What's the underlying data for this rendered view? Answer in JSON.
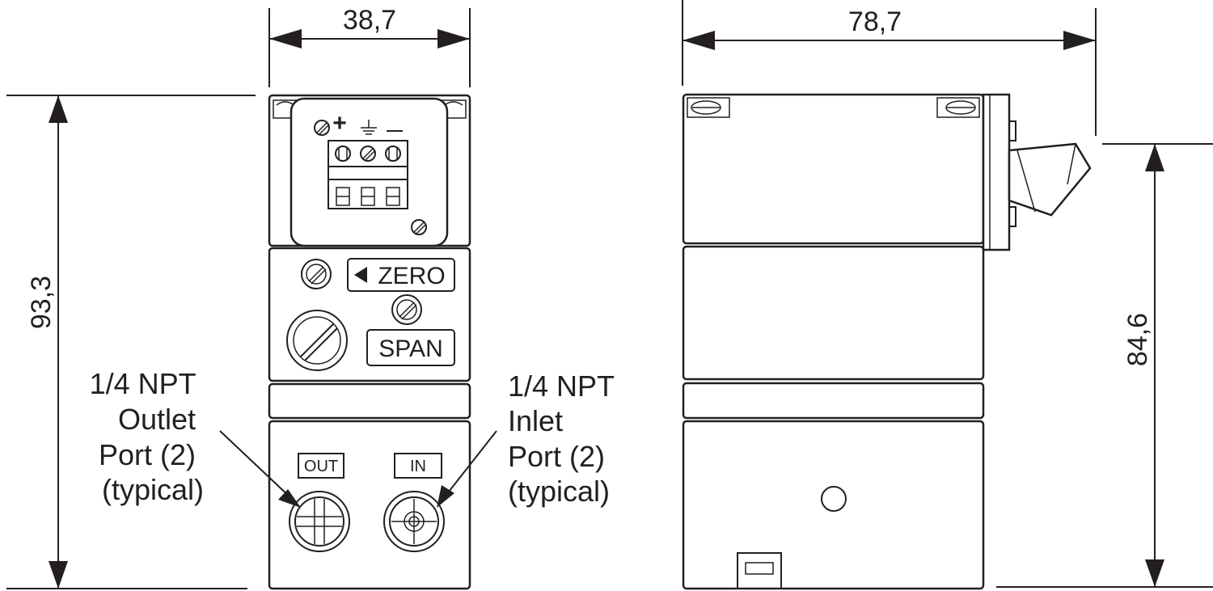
{
  "dimensions": {
    "front_width": "38,7",
    "side_width": "78,7",
    "front_height": "93,3",
    "side_height": "84,6"
  },
  "terminal_symbols": {
    "plus": "+",
    "ground": "⏚",
    "minus": "−"
  },
  "adjustments": {
    "zero_label": "ZERO",
    "span_label": "SPAN"
  },
  "ports": {
    "out_tag": "OUT",
    "in_tag": "IN",
    "outlet_callout": [
      "1/4 NPT",
      "Outlet",
      "Port (2)",
      "(typical)"
    ],
    "inlet_callout": [
      "1/4 NPT",
      "Inlet",
      "Port (2)",
      "(typical)"
    ]
  },
  "icons": [
    "screw-icon",
    "arrow-left-icon",
    "ground-icon"
  ]
}
